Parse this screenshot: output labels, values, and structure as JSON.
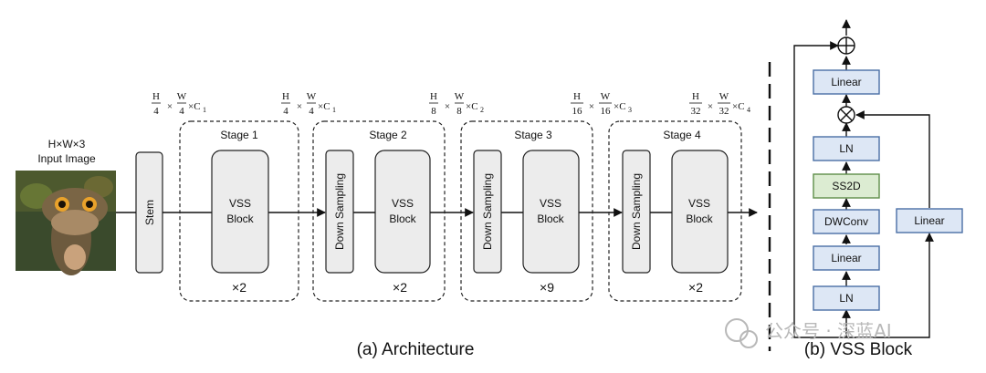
{
  "input": {
    "size_label": "H×W×3",
    "label": "Input Image"
  },
  "stem": {
    "label": "Stem"
  },
  "dims": [
    {
      "num": "H",
      "den": "4",
      "num2": "W",
      "den2": "4",
      "ch": "×C",
      "sub": "1"
    },
    {
      "num": "H",
      "den": "4",
      "num2": "W",
      "den2": "4",
      "ch": "×C",
      "sub": "1"
    },
    {
      "num": "H",
      "den": "8",
      "num2": "W",
      "den2": "8",
      "ch": "×C",
      "sub": "2"
    },
    {
      "num": "H",
      "den": "16",
      "num2": "W",
      "den2": "16",
      "ch": "×C",
      "sub": "3"
    },
    {
      "num": "H",
      "den": "32",
      "num2": "W",
      "den2": "32",
      "ch": "×C",
      "sub": "4"
    }
  ],
  "times": "×",
  "stages": [
    {
      "title": "Stage 1",
      "block_l1": "VSS",
      "block_l2": "Block",
      "repeat": "×2"
    },
    {
      "title": "Stage 2",
      "block_l1": "VSS",
      "block_l2": "Block",
      "repeat": "×2",
      "down": "Down Sampling"
    },
    {
      "title": "Stage 3",
      "block_l1": "VSS",
      "block_l2": "Block",
      "repeat": "×9",
      "down": "Down Sampling"
    },
    {
      "title": "Stage 4",
      "block_l1": "VSS",
      "block_l2": "Block",
      "repeat": "×2",
      "down": "Down Sampling"
    }
  ],
  "vss_block": {
    "linear_top": "Linear",
    "ln_mid": "LN",
    "ss2d": "SS2D",
    "dwconv": "DWConv",
    "linear_bottom": "Linear",
    "ln_bottom": "LN",
    "linear_side": "Linear",
    "plus_symbol": "⊕",
    "mult_symbol": "⊗"
  },
  "captions": {
    "a": "(a) Architecture",
    "b": "(b) VSS Block"
  },
  "watermark": "公众号 · 深蓝AI",
  "colors": {
    "blue_fill": "#dde7f5",
    "blue_stroke": "#4a6fa5",
    "green_fill": "#dcecd2",
    "gray_fill": "#ececec"
  }
}
